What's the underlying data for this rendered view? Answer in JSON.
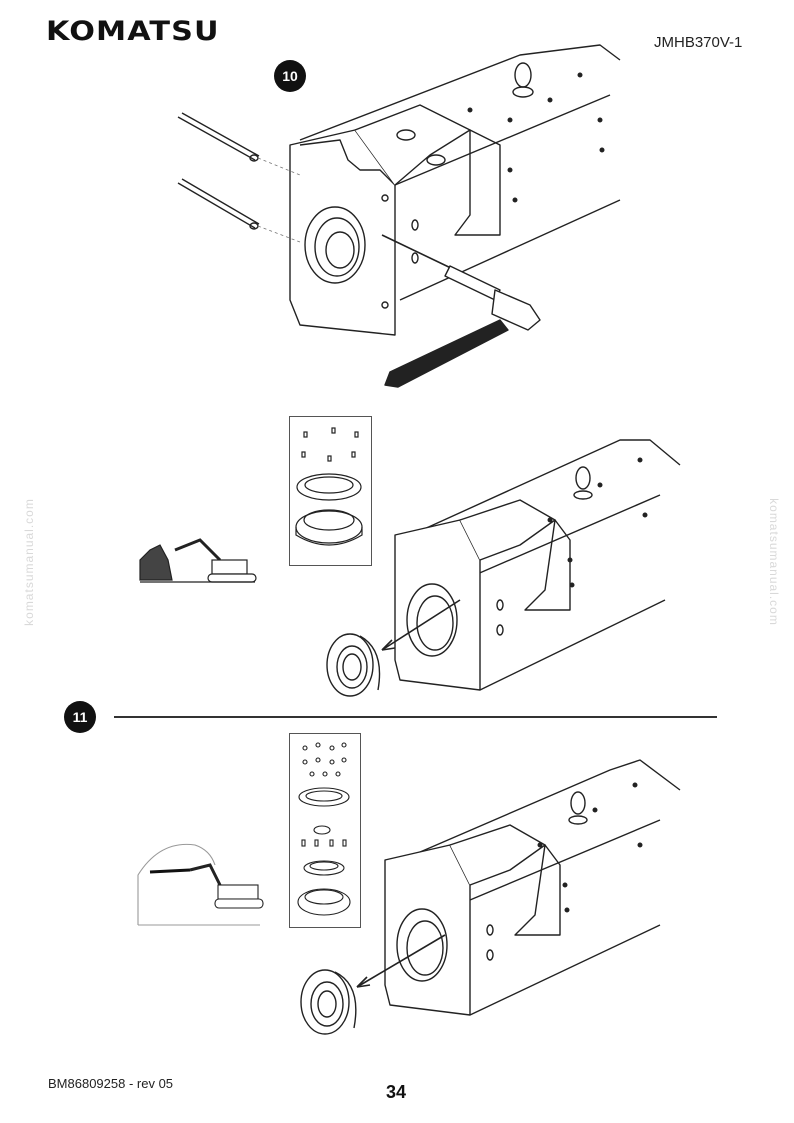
{
  "header": {
    "brand": "KOMATSU",
    "model_code": "JMHB370V-1"
  },
  "steps": [
    {
      "number": "10"
    },
    {
      "number": "11"
    }
  ],
  "watermark": {
    "left": "komatsumanual.com",
    "right": "komatsumanual.com"
  },
  "footer": {
    "document_code": "BM86809258 - rev 05",
    "page_number": "34"
  }
}
